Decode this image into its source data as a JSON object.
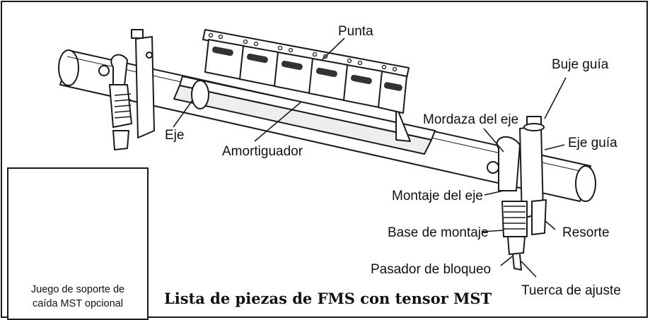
{
  "title": "Lista de piezas de FMS con tensor MST",
  "labels": {
    "punta": "Punta",
    "buje_guia": "Buje guía",
    "mordaza_eje": "Mordaza del eje",
    "eje_guia": "Eje guía",
    "eje": "Eje",
    "amortiguador": "Amortiguador",
    "montaje_eje": "Montaje del eje",
    "base_montaje": "Base de montaje",
    "resorte": "Resorte",
    "pasador_bloqueo": "Pasador de bloqueo",
    "tuerca_ajuste": "Tuerca de ajuste"
  },
  "inset": {
    "caption_line1": "Juego de soporte de",
    "caption_line2": "caída MST opcional"
  },
  "colors": {
    "line": "#1a1a1a",
    "fill": "#ffffff",
    "shade": "#d9d9d9",
    "dark": "#555555"
  }
}
